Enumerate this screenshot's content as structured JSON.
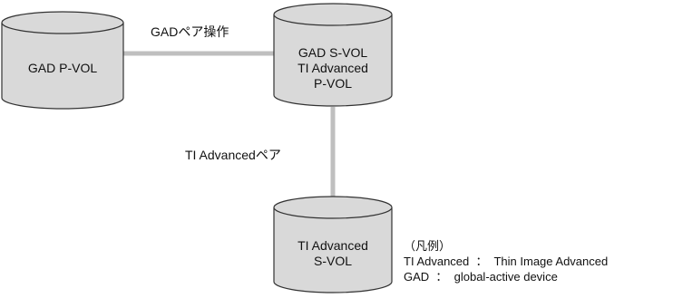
{
  "volumes": {
    "gad_pvol": {
      "lines": [
        "GAD P-VOL"
      ]
    },
    "gad_svol": {
      "lines": [
        "GAD S-VOL",
        "TI Advanced",
        "P-VOL"
      ]
    },
    "ti_svol": {
      "lines": [
        "TI Advanced",
        "S-VOL"
      ]
    }
  },
  "connections": {
    "gad_pair_label": "GADペア操作",
    "ti_pair_label": "TI Advancedペア"
  },
  "legend": {
    "title": "（凡例）",
    "items": [
      "TI Advanced  ：  Thin Image Advanced",
      "GAD  ：  global-active device"
    ]
  },
  "colors": {
    "cylinder_fill": "#d9d9d9",
    "cylinder_stroke": "#333333",
    "connector": "#bfbfbf"
  }
}
